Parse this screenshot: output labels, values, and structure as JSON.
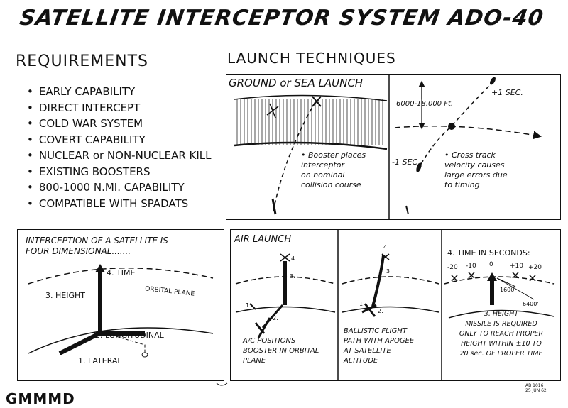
{
  "title": "SATELLITE INTERCEPTOR SYSTEM ADO-40",
  "requirements": {
    "heading": "REQUIREMENTS",
    "items": [
      "EARLY CAPABILITY",
      "DIRECT INTERCEPT",
      "COLD WAR SYSTEM",
      "COVERT CAPABILITY",
      "NUCLEAR or NON-NUCLEAR KILL",
      "EXISTING BOOSTERS",
      "800-1000 N.MI. CAPABILITY",
      "COMPATIBLE WITH SPADATS"
    ]
  },
  "launch": {
    "heading": "LAUNCH TECHNIQUES",
    "ground_panel": {
      "title": "GROUND or SEA LAUNCH",
      "booster_note": [
        "• Booster places",
        "interceptor",
        "on nominal",
        "collision course"
      ],
      "altitude_label": "6000-18,000 Ft.",
      "plus_label": "+1 SEC.",
      "minus_label": "-1 SEC.",
      "crosstrack_note": [
        "• Cross track",
        "velocity causes",
        "large errors due",
        "to timing"
      ]
    },
    "air_panel": {
      "title": "AIR LAUNCH",
      "col1": {
        "labels": [
          "1.",
          "2.",
          "3.",
          "4."
        ],
        "note": [
          "A/C POSITIONS",
          "BOOSTER IN ORBITAL",
          "PLANE"
        ]
      },
      "col2": {
        "labels": [
          "1.",
          "2.",
          "3.",
          "4."
        ],
        "note": [
          "BALLISTIC FLIGHT",
          "PATH WITH APOGEE",
          "AT SATELLITE",
          "ALTITUDE"
        ]
      },
      "col3": {
        "time_label": "4. TIME IN SECONDS:",
        "ticks": [
          "-20",
          "-10",
          "0",
          "+10",
          "+20"
        ],
        "dist1": "1600'",
        "dist2": "6400'",
        "note": [
          "3. HEIGHT",
          "MISSILE IS REQUIRED",
          "ONLY TO REACH PROPER",
          "HEIGHT WITHIN ±10 TO",
          "20 sec. OF PROPER TIME"
        ]
      }
    }
  },
  "four_dim_panel": {
    "title": [
      "INTERCEPTION OF A SATELLITE IS",
      "FOUR DIMENSIONAL......."
    ],
    "time_label": "4. TIME",
    "height_label": "3. HEIGHT",
    "orbital_label": "ORBITAL PLANE",
    "longitudinal_label": "2. LONGITUDINAL",
    "lateral_label": "1. LATERAL"
  },
  "footer": {
    "logo": "GMMMD",
    "code": [
      "AB 1016",
      "25 JUN 62"
    ]
  }
}
